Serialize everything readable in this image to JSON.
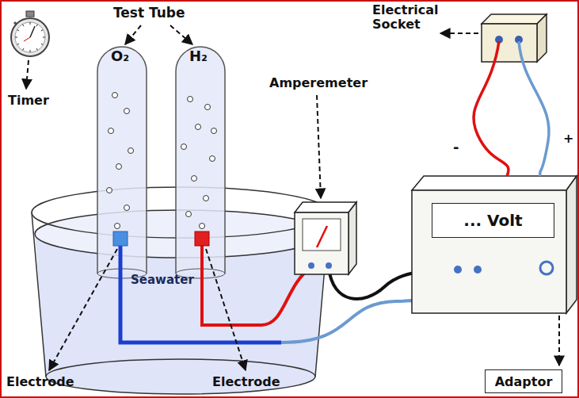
{
  "diagram": {
    "nodes": [
      {
        "text": [
          "... Volt"
        ]
      },
      {
        "text": [
          "Adaptor"
        ]
      }
    ],
    "labels": [
      "Test Tube",
      "Electrical Socket",
      "Timer",
      "Amperemeter",
      "O₂",
      "H₂",
      "-",
      "+",
      "Seawater",
      "Electrode",
      "Electrode"
    ]
  }
}
